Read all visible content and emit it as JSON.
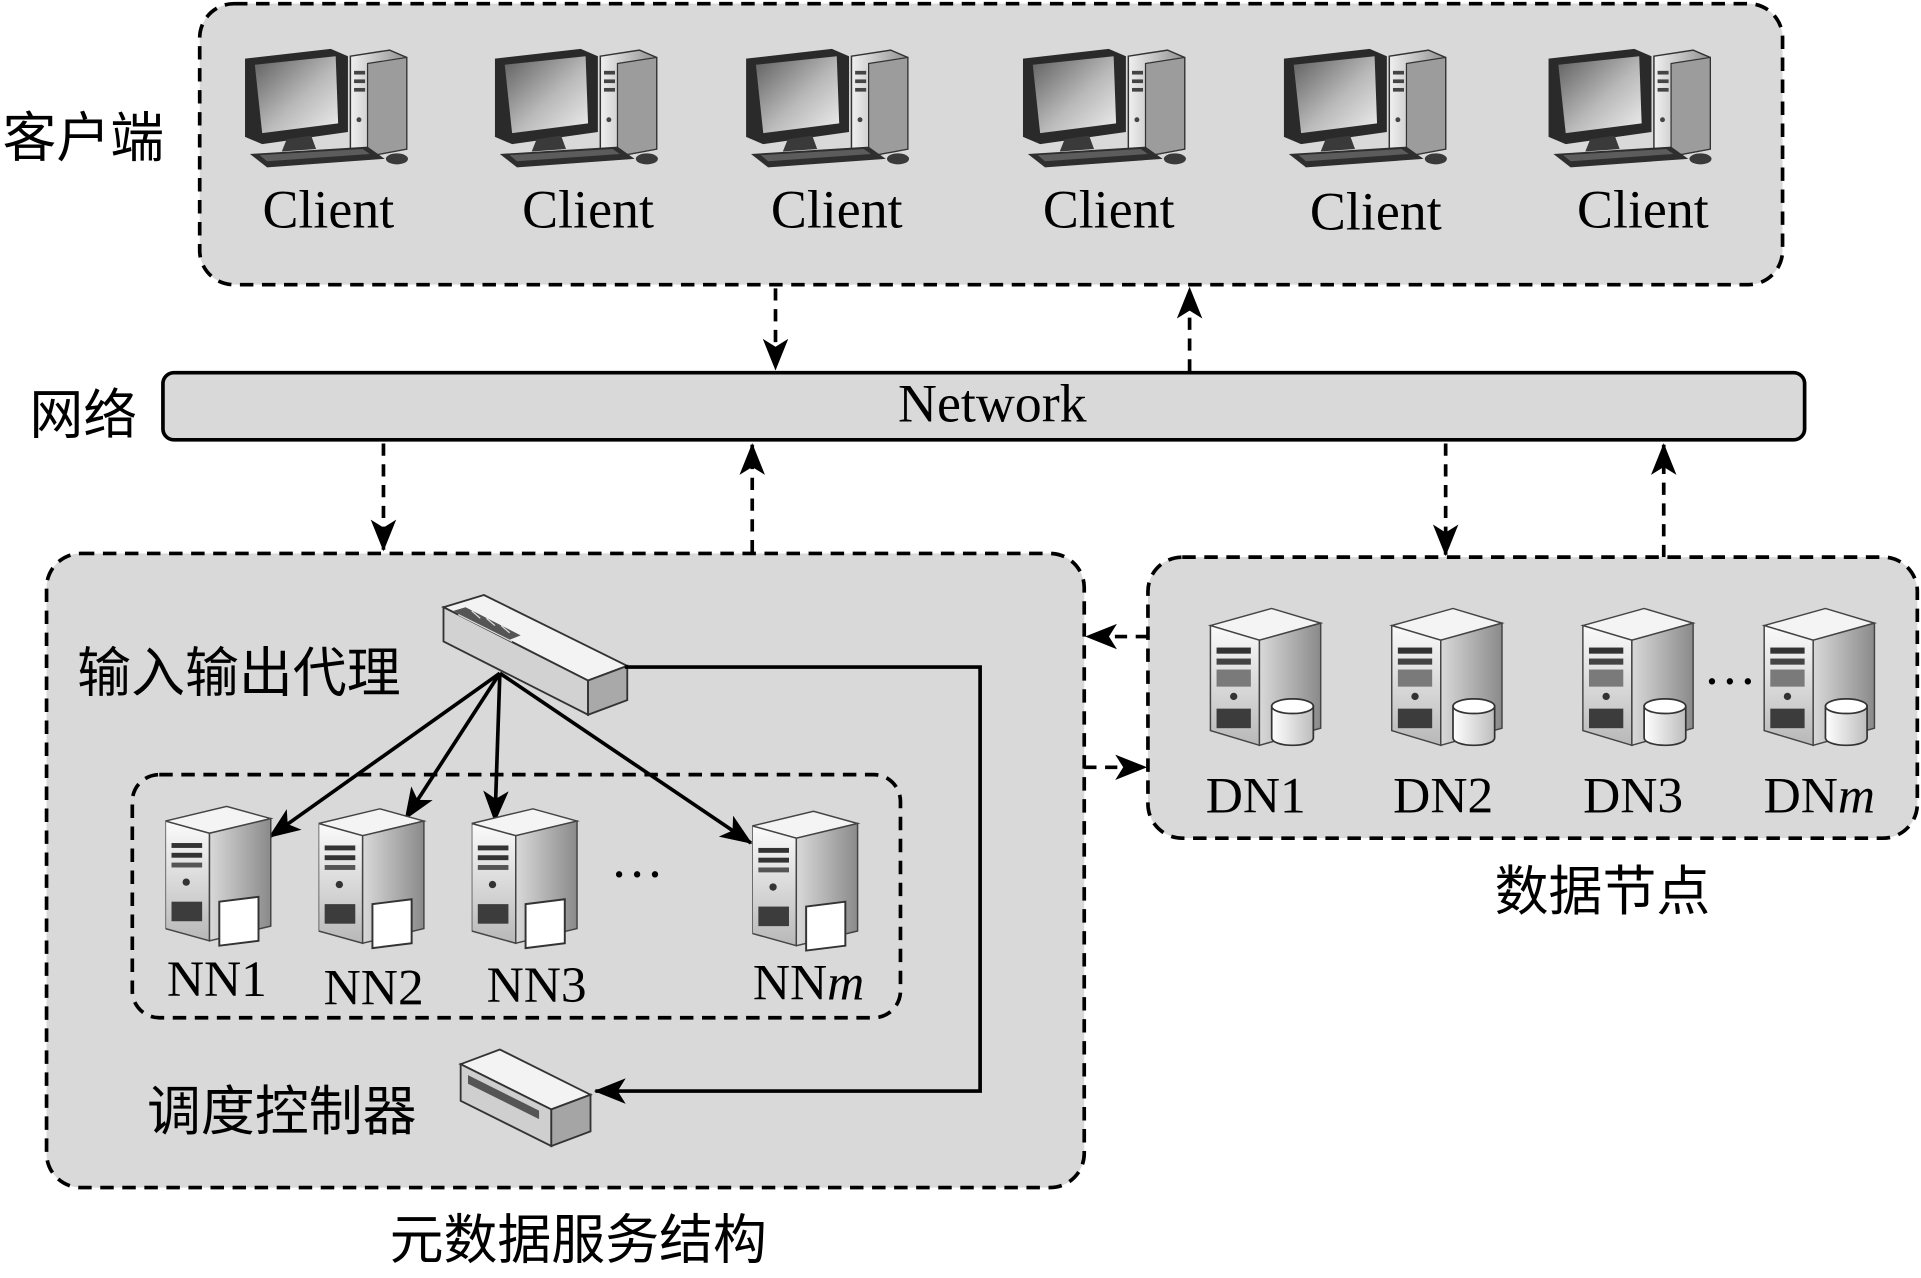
{
  "clients": {
    "label": "客户端",
    "items": [
      "Client",
      "Client",
      "Client",
      "Client",
      "Client",
      "Client"
    ]
  },
  "network": {
    "label": "网络",
    "bar": "Network"
  },
  "metadata": {
    "label": "元数据服务结构",
    "io_proxy": "输入输出代理",
    "scheduler": "调度控制器",
    "namenodes": [
      "NN1",
      "NN2",
      "NN3"
    ],
    "ellipsis": "···",
    "last_node": {
      "base": "NN",
      "index": "m"
    }
  },
  "datanodes": {
    "label": "数据节点",
    "nodes": [
      "DN1",
      "DN2",
      "DN3"
    ],
    "ellipsis": "···",
    "last_node": {
      "base": "DN",
      "index": "m"
    }
  },
  "colors": {
    "panel_fill": "#d9d9d9",
    "stroke": "#000000"
  }
}
